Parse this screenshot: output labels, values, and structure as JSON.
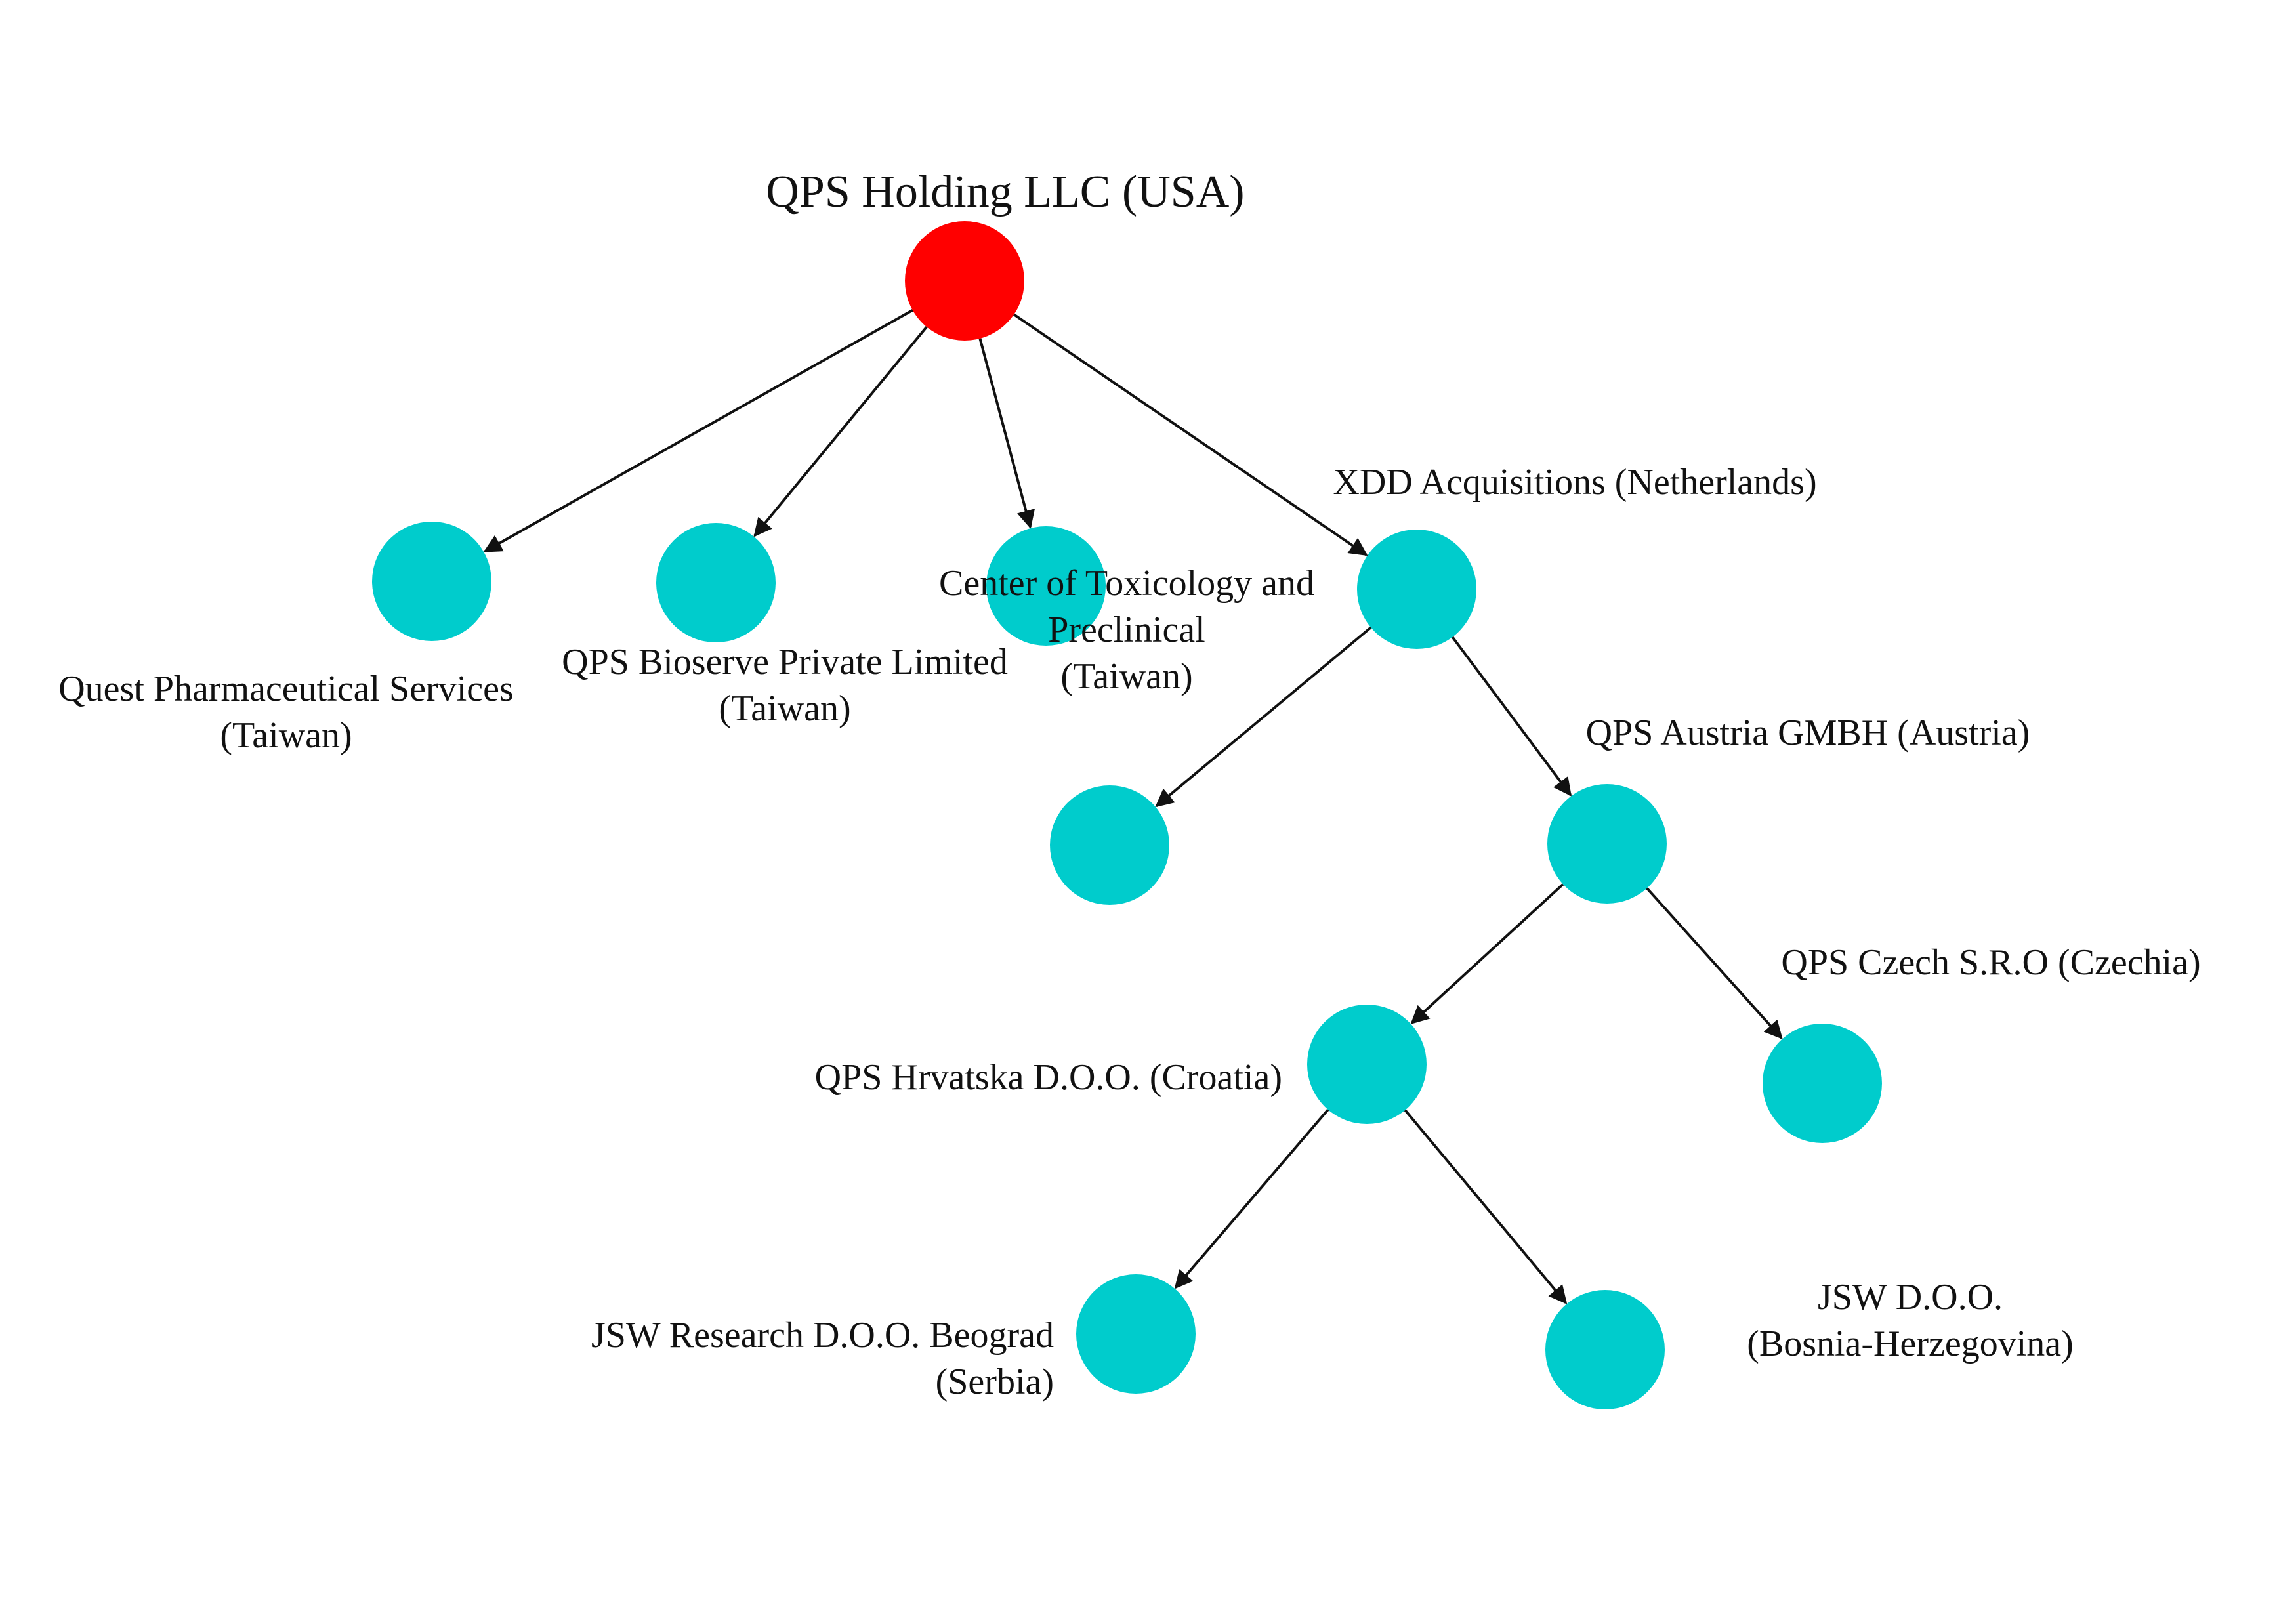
{
  "colors": {
    "root": "#ff0000",
    "node": "#00cccc",
    "edge": "#111111",
    "text": "#111111"
  },
  "nodes": [
    {
      "id": "qps-holding",
      "lines": [
        "QPS Holding LLC (USA)"
      ],
      "role": "root"
    },
    {
      "id": "quest-pharma",
      "lines": [
        "Quest Pharmaceutical Services",
        "(Taiwan)"
      ],
      "role": "child"
    },
    {
      "id": "qps-bioserve",
      "lines": [
        "QPS Bioserve Private Limited",
        "(Taiwan)"
      ],
      "role": "child"
    },
    {
      "id": "center-tox",
      "lines": [
        "Center of Toxicology and",
        "Preclinical",
        "(Taiwan)"
      ],
      "role": "child"
    },
    {
      "id": "xdd",
      "lines": [
        "XDD Acquisitions (Netherlands)"
      ],
      "role": "child"
    },
    {
      "id": "unlabeled",
      "lines": [],
      "role": "child"
    },
    {
      "id": "qps-austria",
      "lines": [
        "QPS Austria GMBH (Austria)"
      ],
      "role": "child"
    },
    {
      "id": "qps-hrvatska",
      "lines": [
        "QPS Hrvatska D.O.O. (Croatia)"
      ],
      "role": "child"
    },
    {
      "id": "qps-czech",
      "lines": [
        "QPS Czech S.R.O (Czechia)"
      ],
      "role": "child"
    },
    {
      "id": "jsw-research",
      "lines": [
        "JSW Research D.O.O. Beograd",
        "(Serbia)"
      ],
      "role": "child"
    },
    {
      "id": "jsw-doo",
      "lines": [
        "JSW D.O.O.",
        "(Bosnia-Herzegovina)"
      ],
      "role": "child"
    }
  ],
  "edges": [
    {
      "from": "qps-holding",
      "to": "quest-pharma"
    },
    {
      "from": "qps-holding",
      "to": "qps-bioserve"
    },
    {
      "from": "qps-holding",
      "to": "center-tox"
    },
    {
      "from": "qps-holding",
      "to": "xdd"
    },
    {
      "from": "xdd",
      "to": "unlabeled"
    },
    {
      "from": "xdd",
      "to": "qps-austria"
    },
    {
      "from": "qps-austria",
      "to": "qps-hrvatska"
    },
    {
      "from": "qps-austria",
      "to": "qps-czech"
    },
    {
      "from": "qps-hrvatska",
      "to": "jsw-research"
    },
    {
      "from": "qps-hrvatska",
      "to": "jsw-doo"
    }
  ]
}
